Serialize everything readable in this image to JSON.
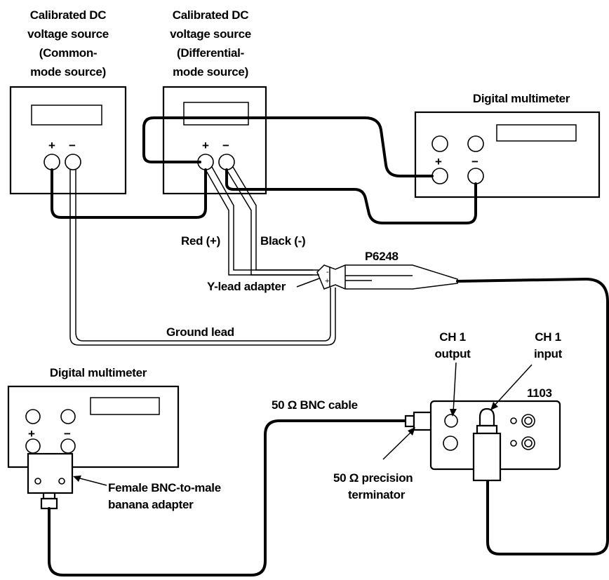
{
  "labels": {
    "cm_source": [
      "Calibrated DC",
      "voltage source",
      "(Common-",
      "mode source)"
    ],
    "dm_source": [
      "Calibrated DC",
      "voltage source",
      "(Differential-",
      "mode source)"
    ],
    "dmm_top": "Digital multimeter",
    "dmm_bottom": "Digital multimeter",
    "plus": "+",
    "minus": "−",
    "red_lead": "Red (+)",
    "black_lead": "Black (-)",
    "probe": "P6248",
    "y_lead": "Y-lead adapter",
    "ground_lead": "Ground lead",
    "ch1_output": [
      "CH 1",
      "output"
    ],
    "ch1_input": [
      "CH 1",
      "input"
    ],
    "amp_model": "1103",
    "bnc_cable": "50 Ω BNC cable",
    "terminator": [
      "50 Ω precision",
      "terminator"
    ],
    "banana_adapter": [
      "Female BNC-to-male",
      "banana adapter"
    ]
  }
}
